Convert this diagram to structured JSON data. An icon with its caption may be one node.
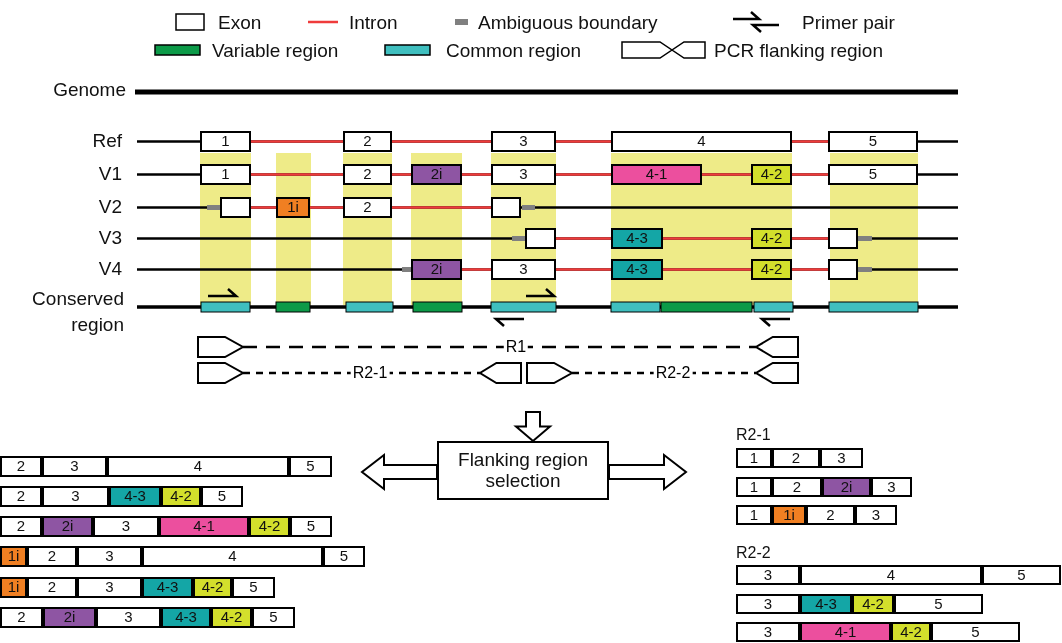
{
  "diagram": {
    "nodes": [
      {
        "text": [
          "1"
        ]
      },
      {
        "text": [
          "2"
        ]
      },
      {
        "text": [
          "3"
        ]
      },
      {
        "text": [
          "4"
        ]
      },
      {
        "text": [
          "5"
        ]
      },
      {
        "text": [
          "1"
        ]
      },
      {
        "text": [
          "2"
        ]
      },
      {
        "text": [
          "2i"
        ]
      },
      {
        "text": [
          "3"
        ]
      },
      {
        "text": [
          "4-1"
        ]
      },
      {
        "text": [
          "4-2"
        ]
      },
      {
        "text": [
          "5"
        ]
      },
      {
        "text": [],
        "shape": "box"
      },
      {
        "text": [
          "1i"
        ]
      },
      {
        "text": [
          "2"
        ]
      },
      {
        "text": [],
        "shape": "box"
      },
      {
        "text": [],
        "shape": "box"
      },
      {
        "text": [
          "4-3"
        ]
      },
      {
        "text": [
          "4-2"
        ]
      },
      {
        "text": [],
        "shape": "box"
      },
      {
        "text": [
          "2i"
        ]
      },
      {
        "text": [
          "3"
        ]
      },
      {
        "text": [
          "4-3"
        ]
      },
      {
        "text": [
          "4-2"
        ]
      },
      {
        "text": [],
        "shape": "box"
      },
      {
        "text": [],
        "shape": "pentagon"
      },
      {
        "text": [],
        "shape": "pentagon"
      },
      {
        "text": [],
        "shape": "pentagon"
      },
      {
        "text": [],
        "shape": "pentagon"
      },
      {
        "text": [],
        "shape": "pentagon"
      },
      {
        "text": [],
        "shape": "pentagon"
      },
      {
        "text": [
          "Flanking region selection"
        ]
      },
      {
        "text": [
          "2"
        ]
      },
      {
        "text": [
          "3"
        ]
      },
      {
        "text": [
          "4"
        ]
      },
      {
        "text": [
          "5"
        ]
      },
      {
        "text": [
          "2"
        ]
      },
      {
        "text": [
          "3"
        ]
      },
      {
        "text": [
          "4-3"
        ]
      },
      {
        "text": [
          "4-2"
        ]
      },
      {
        "text": [
          "5"
        ]
      },
      {
        "text": [
          "2"
        ]
      },
      {
        "text": [
          "2i"
        ]
      },
      {
        "text": [
          "3"
        ]
      },
      {
        "text": [
          "4-1"
        ]
      },
      {
        "text": [
          "4-2"
        ]
      },
      {
        "text": [
          "5"
        ]
      },
      {
        "text": [
          "1i"
        ]
      },
      {
        "text": [
          "2"
        ]
      },
      {
        "text": [
          "3"
        ]
      },
      {
        "text": [
          "4"
        ]
      },
      {
        "text": [
          "5"
        ]
      },
      {
        "text": [
          "1i"
        ]
      },
      {
        "text": [
          "2"
        ]
      },
      {
        "text": [
          "3"
        ]
      },
      {
        "text": [
          "4-3"
        ]
      },
      {
        "text": [
          "4-2"
        ]
      },
      {
        "text": [
          "5"
        ]
      },
      {
        "text": [
          "2"
        ]
      },
      {
        "text": [
          "2i"
        ]
      },
      {
        "text": [
          "3"
        ]
      },
      {
        "text": [
          "4-3"
        ]
      },
      {
        "text": [
          "4-2"
        ]
      },
      {
        "text": [
          "5"
        ]
      },
      {
        "text": [
          "1"
        ]
      },
      {
        "text": [
          "2"
        ]
      },
      {
        "text": [
          "3"
        ]
      },
      {
        "text": [
          "1"
        ]
      },
      {
        "text": [
          "2"
        ]
      },
      {
        "text": [
          "2i"
        ]
      },
      {
        "text": [
          "3"
        ]
      },
      {
        "text": [
          "1"
        ]
      },
      {
        "text": [
          "1i"
        ]
      },
      {
        "text": [
          "2"
        ]
      },
      {
        "text": [
          "3"
        ]
      },
      {
        "text": [
          "3"
        ]
      },
      {
        "text": [
          "4"
        ]
      },
      {
        "text": [
          "5"
        ]
      },
      {
        "text": [
          "3"
        ]
      },
      {
        "text": [
          "4-3"
        ]
      },
      {
        "text": [
          "4-2"
        ]
      },
      {
        "text": [
          "5"
        ]
      },
      {
        "text": [
          "3"
        ]
      },
      {
        "text": [
          "4-1"
        ]
      },
      {
        "text": [
          "4-2"
        ]
      },
      {
        "text": [
          "5"
        ]
      }
    ],
    "edges": [
      {
        "from": 0,
        "to": 1,
        "arrow": "none"
      },
      {
        "from": 1,
        "to": 2,
        "arrow": "none"
      },
      {
        "from": 2,
        "to": 3,
        "arrow": "none"
      },
      {
        "from": 3,
        "to": 4,
        "arrow": "none"
      },
      {
        "from": 5,
        "to": 6,
        "arrow": "none"
      },
      {
        "from": 6,
        "to": 7,
        "arrow": "none"
      },
      {
        "from": 7,
        "to": 8,
        "arrow": "none"
      },
      {
        "from": 8,
        "to": 9,
        "arrow": "none"
      },
      {
        "from": 9,
        "to": 10,
        "arrow": "none"
      },
      {
        "from": 10,
        "to": 11,
        "arrow": "none"
      },
      {
        "from": 12,
        "to": 13,
        "arrow": "none"
      },
      {
        "from": 13,
        "to": 14,
        "arrow": "none"
      },
      {
        "from": 14,
        "to": 15,
        "arrow": "none"
      },
      {
        "from": 16,
        "to": 17,
        "arrow": "none"
      },
      {
        "from": 17,
        "to": 18,
        "arrow": "none"
      },
      {
        "from": 18,
        "to": 19,
        "arrow": "none"
      },
      {
        "from": 20,
        "to": 21,
        "arrow": "none"
      },
      {
        "from": 21,
        "to": 22,
        "arrow": "none"
      },
      {
        "from": 22,
        "to": 23,
        "arrow": "none"
      },
      {
        "from": 23,
        "to": 24,
        "arrow": "none"
      },
      {
        "from": 25,
        "to": 26,
        "arrow": "none",
        "label": "R1",
        "style": "dashed",
        "color": "#000000"
      },
      {
        "from": 27,
        "to": 28,
        "arrow": "none",
        "label": "R2-1",
        "style": "dashed",
        "color": "#000000"
      },
      {
        "from": 29,
        "to": 30,
        "arrow": "none",
        "label": "R2-2",
        "style": "dashed",
        "color": "#000000"
      },
      {
        "from": null,
        "to": 31,
        "arrow": "to",
        "color": "#000000"
      },
      {
        "from": 31,
        "to": null,
        "arrow": "to",
        "color": "#000000"
      },
      {
        "from": 31,
        "to": null,
        "arrow": "to",
        "color": "#000000"
      }
    ],
    "labels": [
      "Genome",
      "Ref",
      "V1",
      "V2",
      "V3",
      "V4",
      "Conserved region",
      "R2-1",
      "R2-2"
    ],
    "legend": [
      {
        "text": "Exon"
      },
      {
        "text": "Intron"
      },
      {
        "text": "Ambiguous boundary",
        "color": "#808080"
      },
      {
        "text": "Primer pair"
      },
      {
        "text": "Variable region",
        "color": "#0c9a48"
      },
      {
        "text": "Common region",
        "color": "#3fbfbf"
      },
      {
        "text": "PCR flanking region"
      }
    ]
  }
}
